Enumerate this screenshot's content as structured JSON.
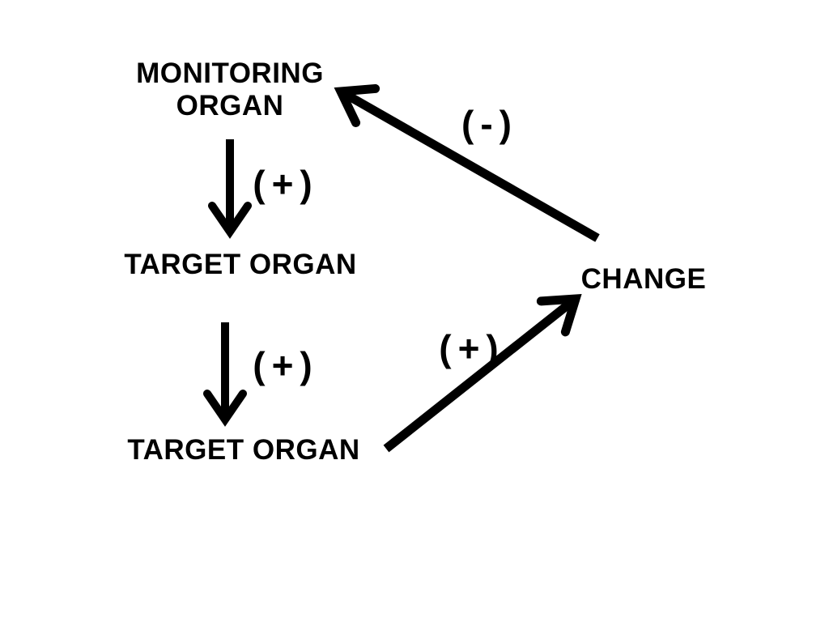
{
  "diagram": {
    "background_color": "#ffffff",
    "ink_color": "#000000",
    "nodes": [
      {
        "id": "monitoring-organ",
        "label": "MONITORING ORGAN",
        "line1": "MONITORING",
        "line2": "ORGAN"
      },
      {
        "id": "target-organ-1",
        "label": "TARGET ORGAN"
      },
      {
        "id": "target-organ-2",
        "label": "TARGET ORGAN"
      },
      {
        "id": "change",
        "label": "CHANGE"
      }
    ],
    "edges": [
      {
        "from": "monitoring-organ",
        "to": "target-organ-1",
        "sign": "(+)"
      },
      {
        "from": "target-organ-1",
        "to": "target-organ-2",
        "sign": "(+)"
      },
      {
        "from": "target-organ-2",
        "to": "change",
        "sign": "(+)"
      },
      {
        "from": "change",
        "to": "monitoring-organ",
        "sign": "(-)"
      }
    ]
  }
}
